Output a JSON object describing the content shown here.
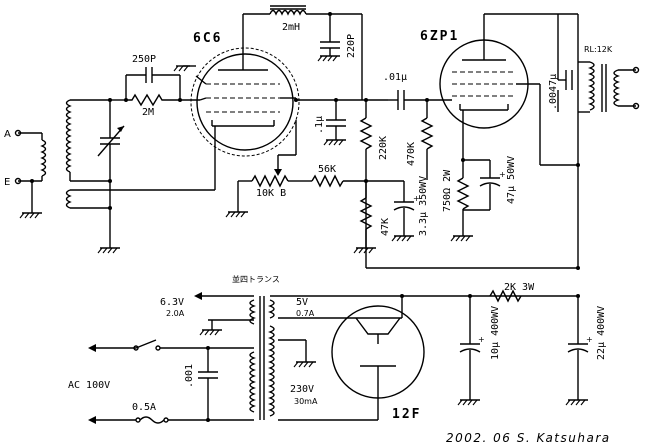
{
  "tubes": {
    "detector": "6C6",
    "output": "6ZP1",
    "rectifier": "12F"
  },
  "components": {
    "grid_cap": "250P",
    "grid_leak": "2M",
    "rfc": "2mH",
    "bypass_cap": "220P",
    "screen_bypass": ".1μ",
    "coupling_cap": ".01μ",
    "plate_load": "220K",
    "grid_resistor": "470K",
    "cathode_resistor": "750Ω 2W",
    "cathode_cap": "47μ 50WV",
    "output_cap": ".0047μ",
    "output_transformer": "RL:12K",
    "regen_pot": "10K B",
    "series_res": "56K",
    "divider_res": "47K",
    "decoupling_cap": "3.3μ 350WV",
    "filter_res": "2K 3W",
    "filter_cap1": "10μ 400WV",
    "filter_cap2": "22μ 400WV",
    "line_cap": ".001"
  },
  "inputs": {
    "antenna": "A",
    "earth": "E"
  },
  "power": {
    "transformer": "並四トランス",
    "heater_v": "6.3V",
    "heater_a": "2.0A",
    "rect_heater_v": "5V",
    "rect_heater_a": "0.7A",
    "ht_v": "230V",
    "ht_a": "30mA",
    "mains": "AC 100V",
    "fuse": "0.5A"
  },
  "signature": "2002. 06  S. Katsuhara"
}
